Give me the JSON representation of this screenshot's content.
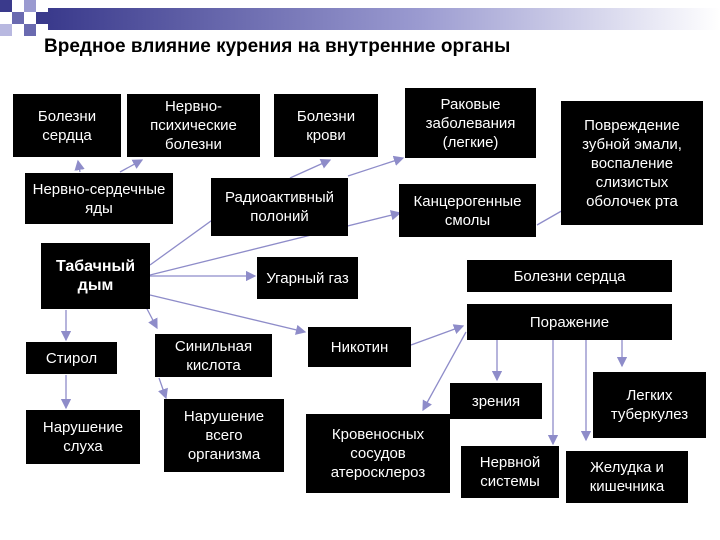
{
  "title": "Вредное влияние курения на внутренние органы",
  "nodes": {
    "bolezni_serdca_top": "Болезни сердца",
    "nervno_psihicheskie": "Нервно-психические болезни",
    "bolezni_krovi": "Болезни крови",
    "rakovye": "Раковые заболевания (легкие)",
    "povrezhdenie": "Повреждение зубной эмали, воспаление слизистых оболочек рта",
    "nervno_serdechnye": "Нервно-сердечные яды",
    "radioaktivnyi": "Радиоактивный полоний",
    "kancerogen": "Канцерогенные смолы",
    "tabachnyi_dym": "Табачный дым",
    "ugarnyi_gaz": "Угарный газ",
    "bolezni_serdca_right": "Болезни сердца",
    "stirol": "Стирол",
    "sinilnaya": "Синильная кислота",
    "nikotin": "Никотин",
    "porazhenie": "Поражение",
    "narushenie_sluha": "Нарушение слуха",
    "narushenie_vsego": "Нарушение всего организма",
    "zreniya": "зрения",
    "legkih": "Легких туберкулез",
    "krovenosnyh": "Кровеносных сосудов атеросклероз",
    "nervnoi": "Нервной системы",
    "zheludka": "Желудка и кишечника"
  },
  "colors": {
    "box": "#000000",
    "text": "#ffffff",
    "arrow": "#8e8cc9"
  }
}
